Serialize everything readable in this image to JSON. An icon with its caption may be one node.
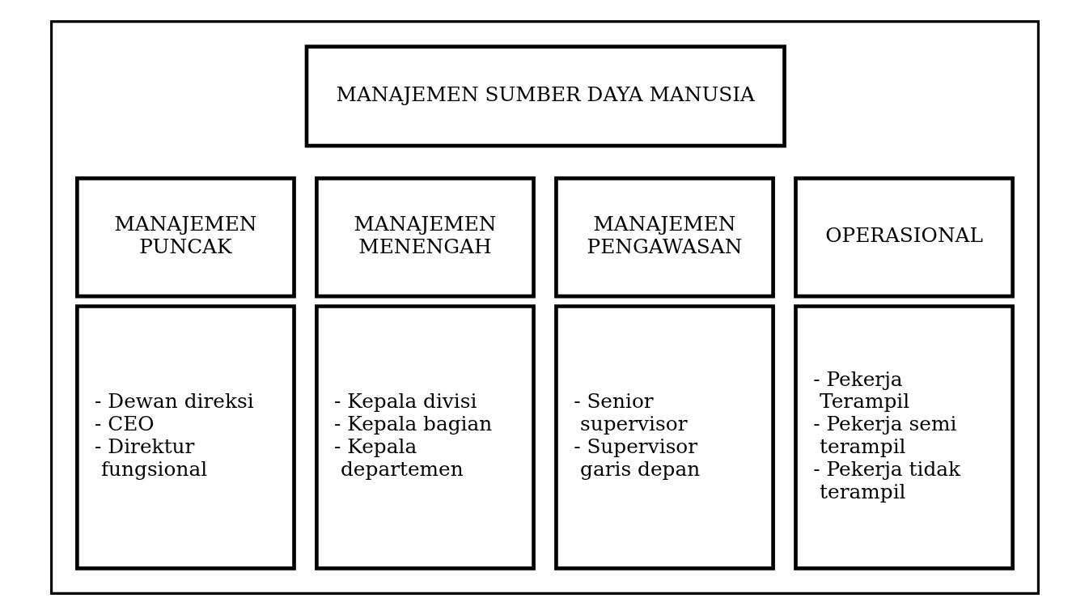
{
  "diagram": {
    "nodes": [
      {
        "text": [],
        "shape": "box"
      },
      {
        "text": [
          "MANAJEMEN SUMBER DAYA MANUSIA"
        ],
        "in": 0
      },
      {
        "text": [
          "MANAJEMEN PUNCAK"
        ],
        "in": 0
      },
      {
        "text": [
          "- Dewan direksi",
          "- CEO",
          "- Direktur fungsional"
        ],
        "in": 0
      },
      {
        "text": [
          "MANAJEMEN MENENGAH"
        ],
        "in": 0
      },
      {
        "text": [
          "- Kepala divisi",
          "- Kepala bagian",
          "- Kepala departemen"
        ],
        "in": 0
      },
      {
        "text": [
          "MANAJEMEN PENGAWASAN"
        ],
        "in": 0
      },
      {
        "text": [
          "- Senior supervisor",
          "- Supervisor garis depan"
        ],
        "in": 0
      },
      {
        "text": [
          "OPERASIONAL"
        ],
        "in": 0
      },
      {
        "text": [
          "- Pekerja Terampil",
          "- Pekerja semi terampil",
          "- Pekerja tidak terampil"
        ],
        "in": 0
      }
    ]
  }
}
